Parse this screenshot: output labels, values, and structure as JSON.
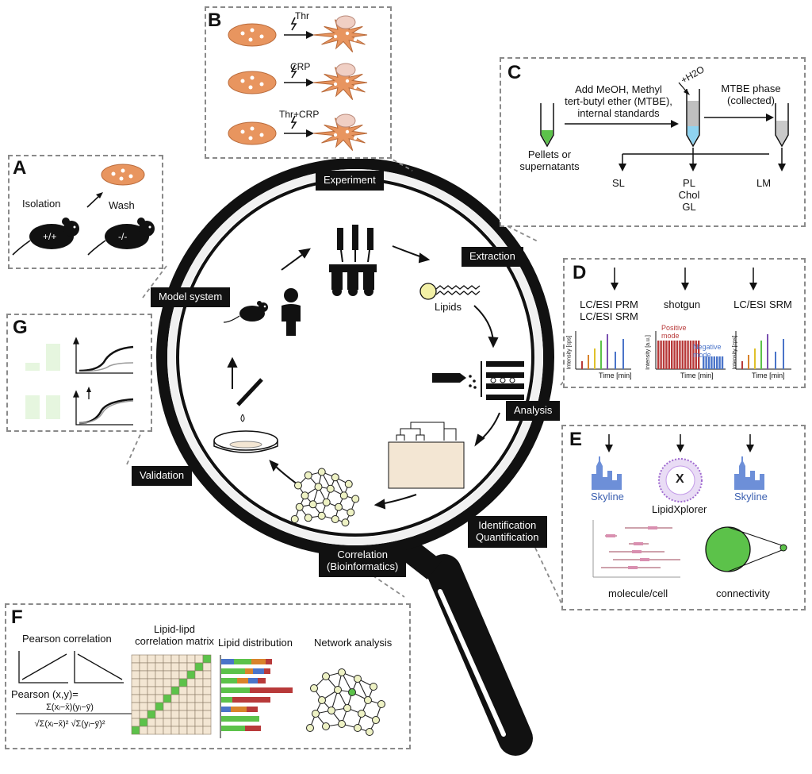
{
  "hub": {
    "experiment": "Experiment",
    "extraction": "Extraction",
    "analysis": "Analysis",
    "identification": "Identification",
    "quantification": "Quantification",
    "correlation": "Correlation",
    "bioinformatics": "(Bioinformatics)",
    "validation": "Validation",
    "model_system": "Model system",
    "lipids": "Lipids"
  },
  "panel_a": {
    "letter": "A",
    "isolation": "Isolation",
    "wash": "Wash",
    "wild_type": "+/+",
    "knockout": "-/-"
  },
  "panel_b": {
    "letter": "B",
    "treatments": [
      "Thr",
      "CRP",
      "Thr+CRP"
    ]
  },
  "panel_c": {
    "letter": "C",
    "reagents_line1": "Add MeOH, Methyl",
    "reagents_line2": "tert-butyl ether (MTBE),",
    "reagents_line3": "internal standards",
    "water": "+H2O",
    "mtbe_line1": "MTBE phase",
    "mtbe_line2": "(collected)",
    "sample_line1": "Pellets or",
    "sample_line2": "supernatants",
    "sl": "SL",
    "pl": "PL",
    "chol": "Chol",
    "gl": "GL",
    "lm": "LM"
  },
  "panel_d": {
    "letter": "D",
    "method1_line1": "LC/ESI PRM",
    "method1_line2": "LC/ESI SRM",
    "method2": "shotgun",
    "method3": "LC/ESI SRM",
    "y_label_cps": "Intensity [cps]",
    "y_label_au": "Intensity [a.u.]",
    "x_label": "Time [min]",
    "positive_line1": "Positive",
    "positive_line2": "mode",
    "negative_line1": "Negative",
    "negative_line2": "mode"
  },
  "panel_e": {
    "letter": "E",
    "tool1": "Skyline",
    "tool2": "LipidXplorer",
    "tool3": "Skyline",
    "x_mark": "X",
    "plot1": "molecule/cell",
    "plot2": "connectivity"
  },
  "panel_f": {
    "letter": "F",
    "pearson_title": "Pearson correlation",
    "pearson_formula": "Pearson (x,y)=",
    "numerator": "Σ(xᵢ−x̄)(yᵢ−ȳ)",
    "denominator": "√Σ(xᵢ−x̄)² √Σ(yᵢ−ȳ)²",
    "matrix_line1": "Lipid-lipd",
    "matrix_line2": "correlation matrix",
    "distribution": "Lipid distribution",
    "network": "Network analysis"
  },
  "panel_g": {
    "letter": "G"
  },
  "colors": {
    "cell": "#e8955f",
    "cell_outline": "#b96a3a",
    "lipid_head": "#f2f0a6",
    "network_node": "#eef2c4",
    "matrix_fill": "#f3e6d3",
    "matrix_diag": "#5cc24a",
    "green_pale": "#e6f6df",
    "mod_blue": "#4a74c9",
    "mod_red": "#b83a3a",
    "connectivity_green": "#5cc24a"
  },
  "chart_panels": {
    "shotgun_positive_bars": 16,
    "shotgun_negative_bars": 8
  }
}
